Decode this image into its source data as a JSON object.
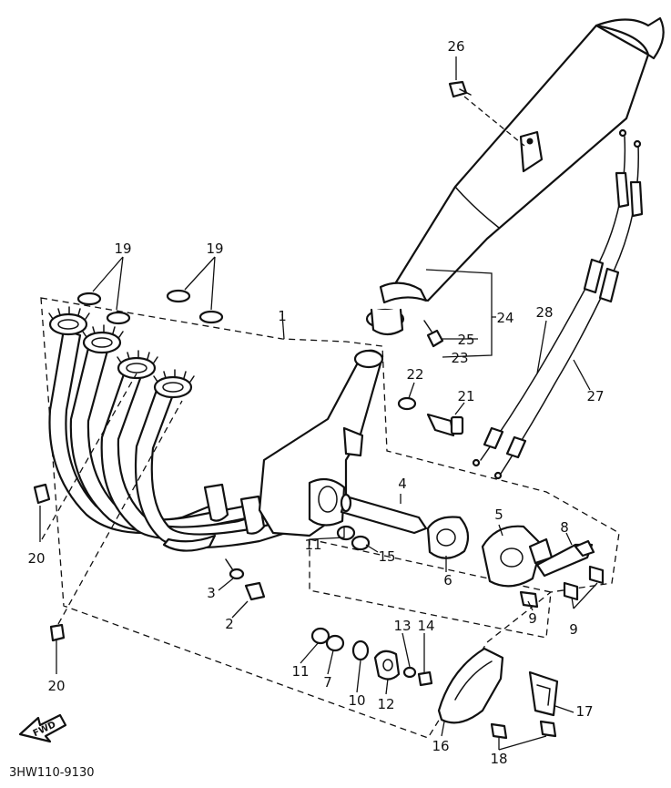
{
  "diagram": {
    "drawing_code": "3HW110-9130",
    "fwd_label": "FWD",
    "callouts": [
      "1",
      "2",
      "3",
      "4",
      "5",
      "6",
      "7",
      "8",
      "9",
      "9",
      "10",
      "11",
      "11",
      "12",
      "13",
      "14",
      "15",
      "16",
      "17",
      "18",
      "19",
      "19",
      "20",
      "20",
      "21",
      "22",
      "23",
      "24",
      "25",
      "26",
      "27",
      "28"
    ]
  }
}
